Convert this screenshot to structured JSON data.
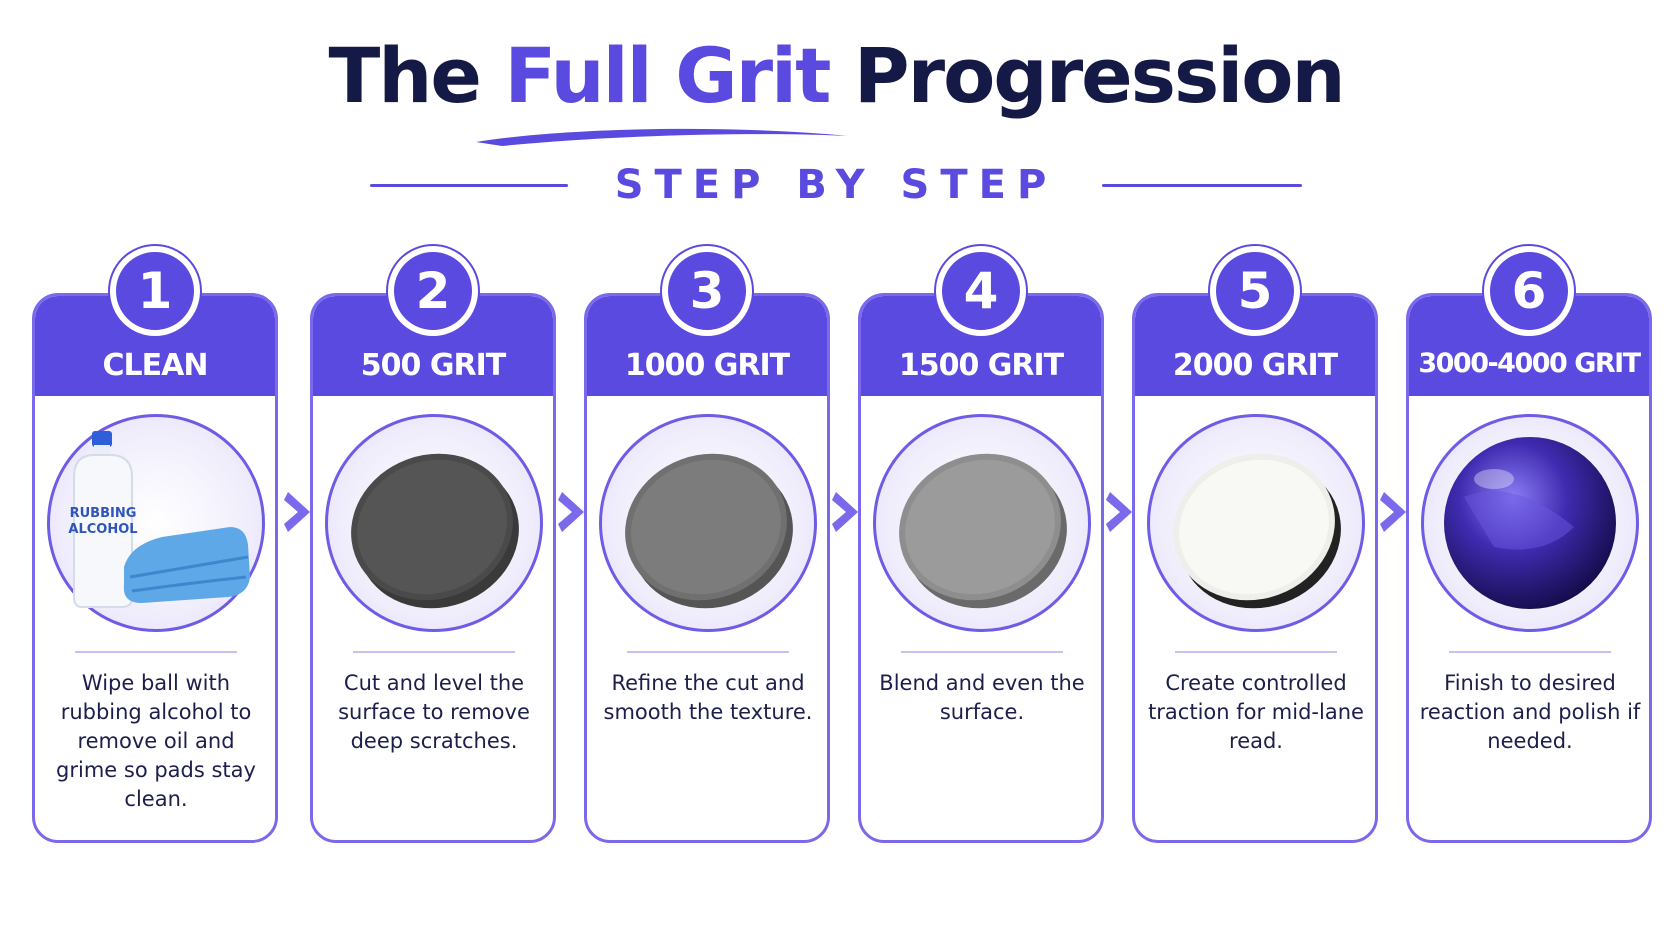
{
  "title": {
    "part1": "The ",
    "accent": "Full Grit",
    "part2": " Progression"
  },
  "subtitle": "STEP BY STEP",
  "colors": {
    "accent": "#5b4ae0",
    "dark": "#141a45",
    "soft": "#e2dcfb"
  },
  "steps": [
    {
      "number": "1",
      "label": "CLEAN",
      "image": "rubbing-alcohol-and-towel",
      "description": "Wipe ball with rubbing alcohol to remove oil and grime so pads stay clean.",
      "bottle_text": "RUBBING ALCOHOL"
    },
    {
      "number": "2",
      "label": "500 GRIT",
      "image": "dark-gray-sanding-pad",
      "description": "Cut and level the surface to remove deep scratches."
    },
    {
      "number": "3",
      "label": "1000 GRIT",
      "image": "gray-sanding-pad",
      "description": "Refine the cut and smooth the texture."
    },
    {
      "number": "4",
      "label": "1500 GRIT",
      "image": "light-gray-sanding-pad",
      "description": "Blend and even the surface."
    },
    {
      "number": "5",
      "label": "2000 GRIT",
      "image": "white-sanding-pad",
      "description": "Create controlled traction for mid-lane read."
    },
    {
      "number": "6",
      "label": "3000-4000 GRIT",
      "image": "purple-bowling-ball",
      "description": "Finish to desired reaction and polish if needed."
    }
  ]
}
